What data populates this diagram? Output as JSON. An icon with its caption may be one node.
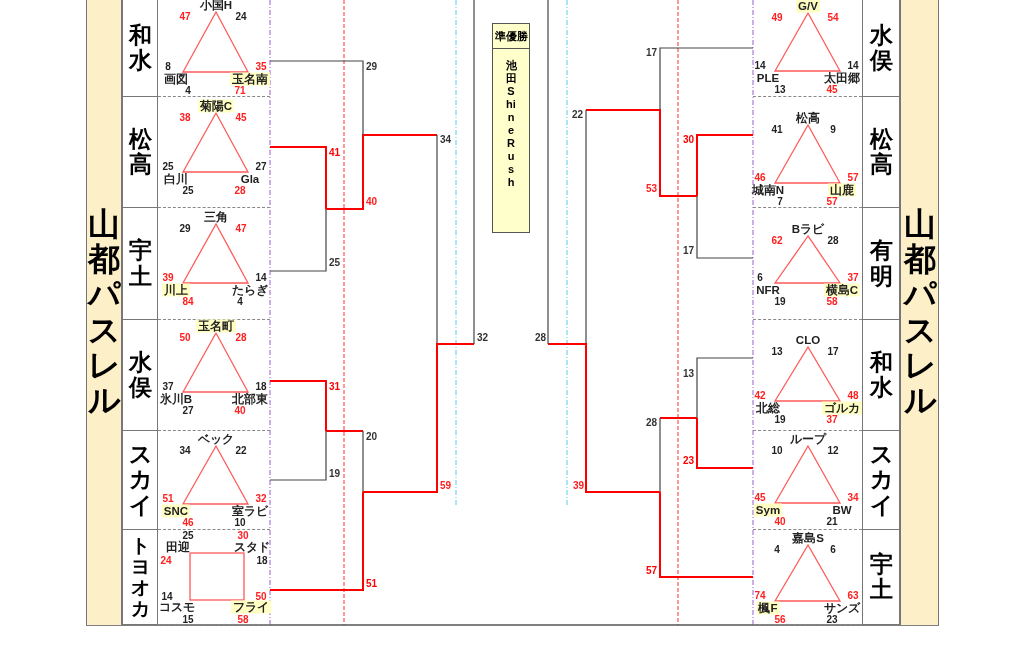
{
  "diagram": {
    "nodes": [
      {
        "text": [
          "山都パスレル"
        ]
      },
      {
        "text": [
          "和水"
        ]
      },
      {
        "text": [],
        "shape": "box"
      },
      {
        "text": [
          "小国H"
        ],
        "beside": [
          "47",
          "24"
        ],
        "in": 2
      },
      {
        "text": [
          "画図"
        ],
        "beside": [
          "8",
          "4"
        ],
        "in": 2
      },
      {
        "text": [
          "玉名南"
        ],
        "beside": [
          "35",
          "71"
        ],
        "in": 2
      },
      {
        "text": [
          "松高"
        ]
      },
      {
        "text": [],
        "shape": "box"
      },
      {
        "text": [
          "菊陽C"
        ],
        "beside": [
          "38",
          "45"
        ],
        "in": 7
      },
      {
        "text": [
          "白川"
        ],
        "beside": [
          "25",
          "25"
        ],
        "in": 7
      },
      {
        "text": [
          "Gla"
        ],
        "beside": [
          "27",
          "28"
        ],
        "in": 7
      },
      {
        "text": [
          "宇土"
        ]
      },
      {
        "text": [],
        "shape": "box"
      },
      {
        "text": [
          "三角"
        ],
        "beside": [
          "29",
          "47"
        ],
        "in": 12
      },
      {
        "text": [
          "川上"
        ],
        "beside": [
          "39",
          "84"
        ],
        "in": 12
      },
      {
        "text": [
          "たらぎ"
        ],
        "beside": [
          "14",
          "4"
        ],
        "in": 12
      },
      {
        "text": [
          "水俣"
        ]
      },
      {
        "text": [],
        "shape": "box"
      },
      {
        "text": [
          "玉名町"
        ],
        "beside": [
          "50",
          "28"
        ],
        "in": 17
      },
      {
        "text": [
          "氷川B"
        ],
        "beside": [
          "37",
          "27"
        ],
        "in": 17
      },
      {
        "text": [
          "北部東"
        ],
        "beside": [
          "18",
          "40"
        ],
        "in": 17
      },
      {
        "text": [
          "スカイ"
        ]
      },
      {
        "text": [],
        "shape": "box"
      },
      {
        "text": [
          "ベック"
        ],
        "beside": [
          "34",
          "22"
        ],
        "in": 22
      },
      {
        "text": [
          "SNC"
        ],
        "beside": [
          "51",
          "46"
        ],
        "in": 22
      },
      {
        "text": [
          "室ラビ"
        ],
        "beside": [
          "32",
          "10"
        ],
        "in": 22
      },
      {
        "text": [
          "トヨオカ"
        ]
      },
      {
        "text": [],
        "shape": "box"
      },
      {
        "text": [
          "田迎"
        ],
        "beside": [
          "25",
          "24"
        ],
        "in": 27
      },
      {
        "text": [
          "スタド"
        ],
        "beside": [
          "30",
          "18"
        ],
        "in": 27
      },
      {
        "text": [
          "コスモ"
        ],
        "beside": [
          "14",
          "15"
        ],
        "in": 27
      },
      {
        "text": [
          "フライ"
        ],
        "beside": [
          "50",
          "58"
        ],
        "in": 27
      },
      {
        "text": [
          "準優勝",
          "池田 ShineRush"
        ]
      },
      {
        "text": [],
        "shape": "box"
      },
      {
        "text": [
          "G/V"
        ],
        "beside": [
          "49",
          "54"
        ],
        "in": 33
      },
      {
        "text": [
          "PLE"
        ],
        "beside": [
          "14",
          "13"
        ],
        "in": 33
      },
      {
        "text": [
          "太田郷"
        ],
        "beside": [
          "14",
          "45"
        ],
        "in": 33
      },
      {
        "text": [
          "水俣"
        ]
      },
      {
        "text": [],
        "shape": "box"
      },
      {
        "text": [
          "松高"
        ],
        "beside": [
          "41",
          "9"
        ],
        "in": 38
      },
      {
        "text": [
          "城南N"
        ],
        "beside": [
          "46",
          "7"
        ],
        "in": 38
      },
      {
        "text": [
          "山鹿"
        ],
        "beside": [
          "57",
          "57"
        ],
        "in": 38
      },
      {
        "text": [
          "松高"
        ]
      },
      {
        "text": [],
        "shape": "box"
      },
      {
        "text": [
          "Bラビ"
        ],
        "beside": [
          "62",
          "28"
        ],
        "in": 43
      },
      {
        "text": [
          "NFR"
        ],
        "beside": [
          "6",
          "19"
        ],
        "in": 43
      },
      {
        "text": [
          "横島C"
        ],
        "beside": [
          "37",
          "58"
        ],
        "in": 43
      },
      {
        "text": [
          "有明"
        ]
      },
      {
        "text": [],
        "shape": "box"
      },
      {
        "text": [
          "CLO"
        ],
        "beside": [
          "13",
          "17"
        ],
        "in": 48
      },
      {
        "text": [
          "北総"
        ],
        "beside": [
          "42",
          "19"
        ],
        "in": 48
      },
      {
        "text": [
          "ゴルカ"
        ],
        "beside": [
          "48",
          "37"
        ],
        "in": 48
      },
      {
        "text": [
          "和水"
        ]
      },
      {
        "text": [],
        "shape": "box"
      },
      {
        "text": [
          "ループ"
        ],
        "beside": [
          "10",
          "12"
        ],
        "in": 53
      },
      {
        "text": [
          "Sym"
        ],
        "beside": [
          "45",
          "40"
        ],
        "in": 53
      },
      {
        "text": [
          "BW"
        ],
        "beside": [
          "34",
          "21"
        ],
        "in": 53
      },
      {
        "text": [
          "スカイ"
        ]
      },
      {
        "text": [],
        "shape": "box"
      },
      {
        "text": [
          "嘉島S"
        ],
        "beside": [
          "4",
          "6"
        ],
        "in": 58
      },
      {
        "text": [
          "楓F"
        ],
        "beside": [
          "74",
          "56"
        ],
        "in": 58
      },
      {
        "text": [
          "サンズ"
        ],
        "beside": [
          "63",
          "23"
        ],
        "in": 58
      },
      {
        "text": [
          "宇土"
        ]
      },
      {
        "text": [
          "山都パスレル"
        ]
      }
    ],
    "edges": [
      {
        "from": 2,
        "to": null,
        "arrow": "none",
        "label": "29"
      },
      {
        "from": 7,
        "to": null,
        "arrow": "none",
        "label": "41",
        "color": "#ff0000"
      },
      {
        "from": 12,
        "to": null,
        "arrow": "none",
        "label": "25"
      },
      {
        "from": 17,
        "to": null,
        "arrow": "none",
        "label": "31",
        "color": "#ff0000"
      },
      {
        "from": 22,
        "to": null,
        "arrow": "none",
        "label": "19"
      },
      {
        "from": 27,
        "to": null,
        "arrow": "none",
        "label": "51",
        "color": "#ff0000"
      },
      {
        "from": 33,
        "to": null,
        "arrow": "none",
        "label": "17"
      },
      {
        "from": 38,
        "to": null,
        "arrow": "none",
        "label": "30",
        "color": "#ff0000"
      },
      {
        "from": 43,
        "to": null,
        "arrow": "none",
        "label": "17"
      },
      {
        "from": 48,
        "to": null,
        "arrow": "none",
        "label": "13"
      },
      {
        "from": 53,
        "to": null,
        "arrow": "none",
        "label": "23",
        "color": "#ff0000"
      },
      {
        "from": 58,
        "to": null,
        "arrow": "none",
        "label": "57",
        "color": "#ff0000"
      }
    ],
    "labels": [
      "40",
      "34",
      "20",
      "59",
      "32",
      "28",
      "53",
      "22",
      "28",
      "39"
    ]
  }
}
